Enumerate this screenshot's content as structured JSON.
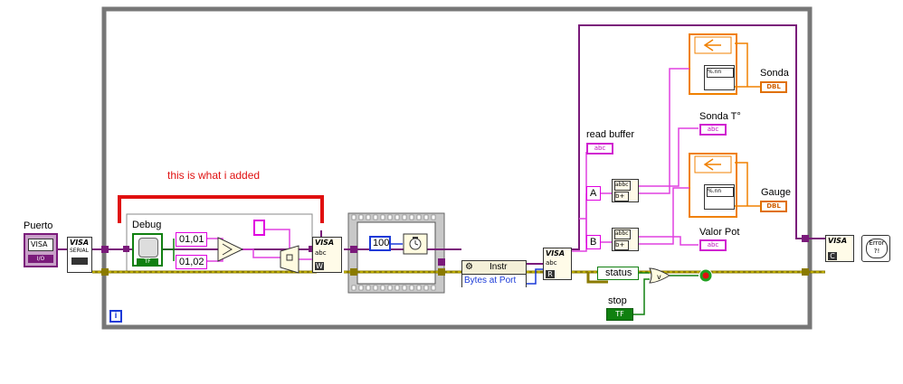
{
  "annotation": "this is what i added",
  "controls": {
    "puerto_label": "Puerto",
    "debug_label": "Debug",
    "stop_label": "stop",
    "tf": "TF"
  },
  "constants": {
    "c1": "01,01",
    "c2": "01,02",
    "wait_ms": "100",
    "a": "A",
    "b": "B"
  },
  "property_node": {
    "class": "Instr",
    "property": "Bytes at Port"
  },
  "unbundle": {
    "status": "status"
  },
  "indicators": {
    "read_buffer": "read buffer",
    "sonda_t": "Sonda T°",
    "valor_pot": "Valor Pot",
    "sonda": "Sonda",
    "gauge": "Gauge",
    "abc": "abc",
    "dbl": "DBL"
  },
  "functions": {
    "visa": "VISA",
    "serial": "SERIAL",
    "visa_write_letter": "W",
    "visa_read_letter": "R",
    "visa_close_letter": "C",
    "error": "Error",
    "abc": "abc",
    "iteration": "i"
  }
}
